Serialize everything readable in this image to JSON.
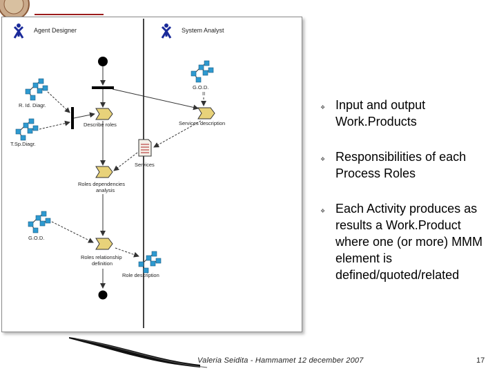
{
  "diagram": {
    "swimlanes": [
      {
        "label": "Agent Designer"
      },
      {
        "label": "System Analyst"
      }
    ],
    "activities": [
      {
        "label": "Describe roles"
      },
      {
        "label": "Services description"
      },
      {
        "label": "Roles dependencies"
      },
      {
        "label": "analysis"
      },
      {
        "label": "Roles relationship"
      },
      {
        "label": "definition"
      }
    ],
    "work_products": [
      {
        "label": "G.O.D."
      },
      {
        "label": "II"
      },
      {
        "label": "R. Id. Diagr."
      },
      {
        "label": "T.Sp.Diagr."
      },
      {
        "label": "Services"
      },
      {
        "label": "G.O.D."
      },
      {
        "label": "Role description"
      }
    ]
  },
  "bullets": [
    {
      "text": "Input and output Work.Products"
    },
    {
      "text": "Responsibilities of each Process Roles"
    },
    {
      "text": "Each Activity produces as results a Work.Product where one (or more) MMM element is defined/quoted/related"
    }
  ],
  "footer": {
    "text": "Valeria Seidita - Hammamet 12 december 2007",
    "page": "17"
  },
  "colors": {
    "actor": "#1a2a9a",
    "activity_fill": "#e8d27a",
    "node_fill": "#2e9ad0",
    "accent_line": "#9b1b1b"
  }
}
